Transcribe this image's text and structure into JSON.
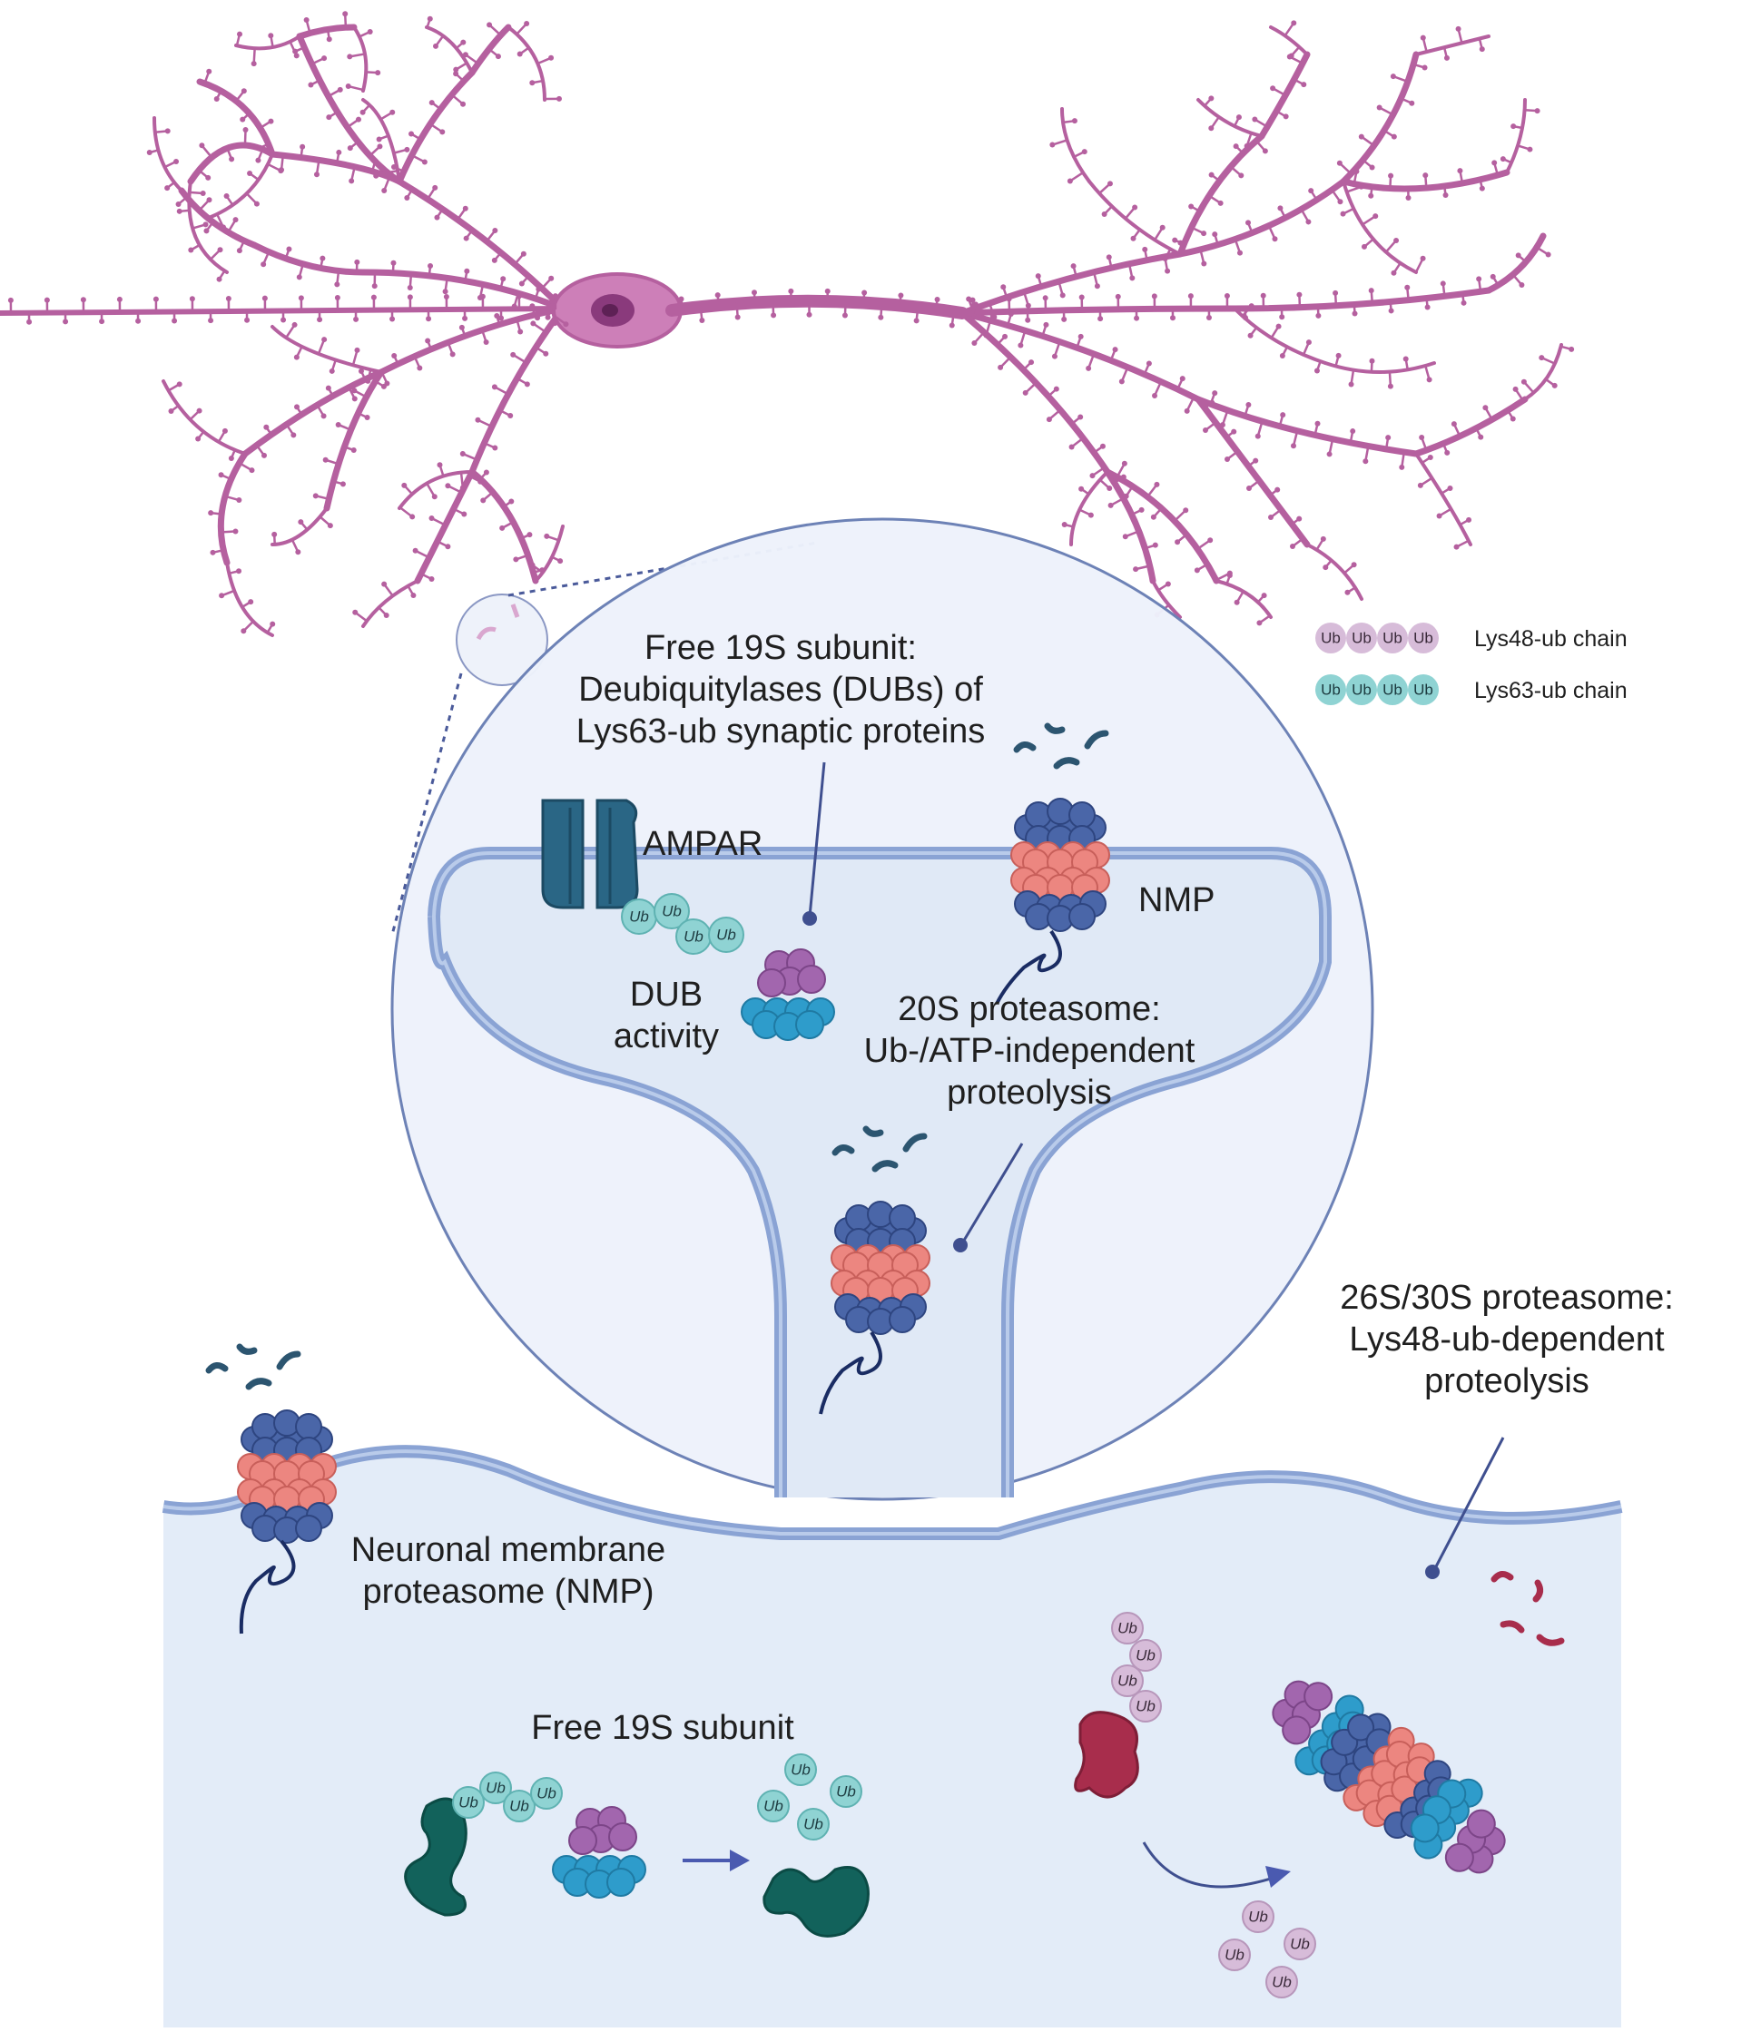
{
  "labels": {
    "free19s_top_line1": "Free 19S subunit:",
    "free19s_top_line2": "Deubiquitylases (DUBs) of",
    "free19s_top_line3": "Lys63-ub synaptic proteins",
    "ampar": "AMPAR",
    "nmp_short": "NMP",
    "dub_line1": "DUB",
    "dub_line2": "activity",
    "p20s_line1": "20S proteasome:",
    "p20s_line2": "Ub-/ATP-independent",
    "p20s_line3": "proteolysis",
    "p26s_line1": "26S/30S proteasome:",
    "p26s_line2": "Lys48-ub-dependent",
    "p26s_line3": "proteolysis",
    "nmp_line1": "Neuronal membrane",
    "nmp_line2": "proteasome (NMP)",
    "free19s_bottom": "Free 19S subunit"
  },
  "legend": {
    "items": [
      {
        "label": "Lys48-ub chain",
        "color": "#d7bcd9",
        "chip": "Ub"
      },
      {
        "label": "Lys63-ub chain",
        "color": "#8fd3d3",
        "chip": "Ub"
      }
    ]
  },
  "ub_text": "Ub",
  "colors": {
    "neuron": "#b5609f",
    "neuron_dark": "#8a3a7c",
    "membrane": "#8aa3d4",
    "cyto": "#e3ecf8",
    "proteasome_blue": "#4a66a8",
    "proteasome_salmon": "#ec8680",
    "cap_purple": "#a266ae",
    "base_cyan": "#2e9ccb",
    "ampar": "#2a6685",
    "substrate_green": "#12625b",
    "substrate_red": "#a82d4c"
  }
}
